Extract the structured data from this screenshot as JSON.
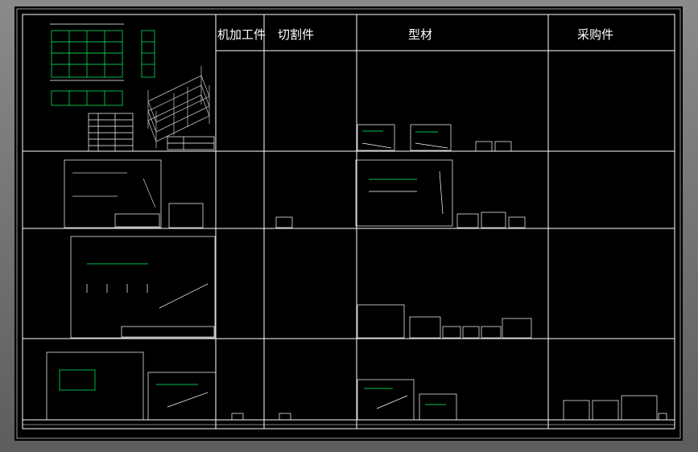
{
  "sheet": {
    "columns": {
      "machined_parts": "机加工件",
      "cut_parts": "切割件",
      "profiles": "型材",
      "purchased_parts": "采购件"
    }
  },
  "colors": {
    "background": "#000000",
    "lines": "#ffffff",
    "accent": "#00ff66",
    "window_frame": "#6f6f6f"
  }
}
